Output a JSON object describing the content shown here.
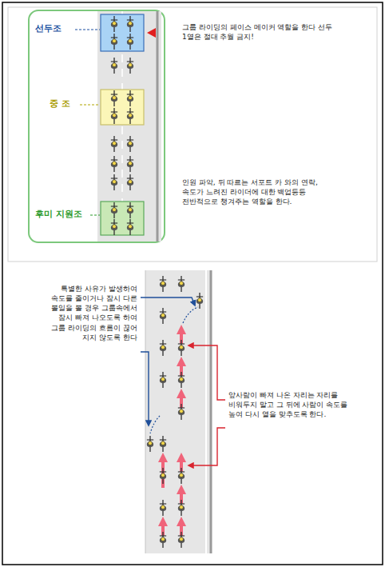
{
  "diagram": {
    "labels": [
      "선두조",
      "그룹 라이딩의 페이스 메이커 역할을 한다 선두 1열은 절대 추월 금지!",
      "중 조",
      "후미 지원조",
      "인원 파악, 뒤 따르는 서포트 카 와의 연락, 속도가 느려진 라이더에 대한 백업등등 전반적으로 챙겨주는 역할을 한다.",
      "특별한 사유가 발생하여 속도를 줄이거나 잠시 다른 볼일을 볼 경우 그룹속에서 잠시 빠져 나오도록 하여 그룹 라이딩의 흐름이 끊어 지지 않도록 한다",
      "앞사람이 빠져 나온 자리는 자리를 비워두지 말고 그 뒤에 사람이 속도를 높여 다시 열을 맞추도록 한다."
    ]
  }
}
